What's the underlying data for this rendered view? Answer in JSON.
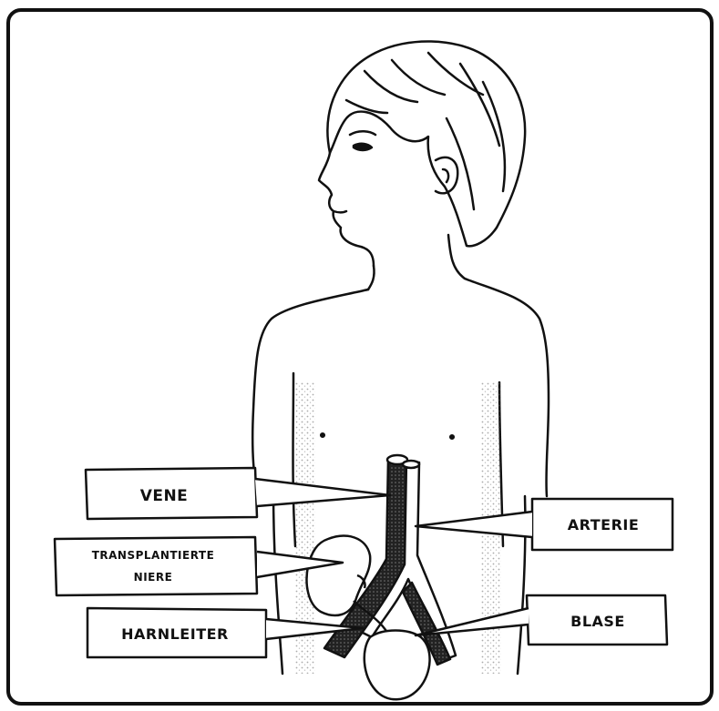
{
  "labels": {
    "vene": "VENE",
    "arterie": "ARTERIE",
    "niere_line1": "TRANSPLANTIERTE",
    "niere_line2": "NIERE",
    "harnleiter": "HARNLEITER",
    "blase": "BLASE"
  },
  "colors": {
    "ink": "#111111",
    "paper": "#ffffff",
    "shade": "#555555"
  }
}
